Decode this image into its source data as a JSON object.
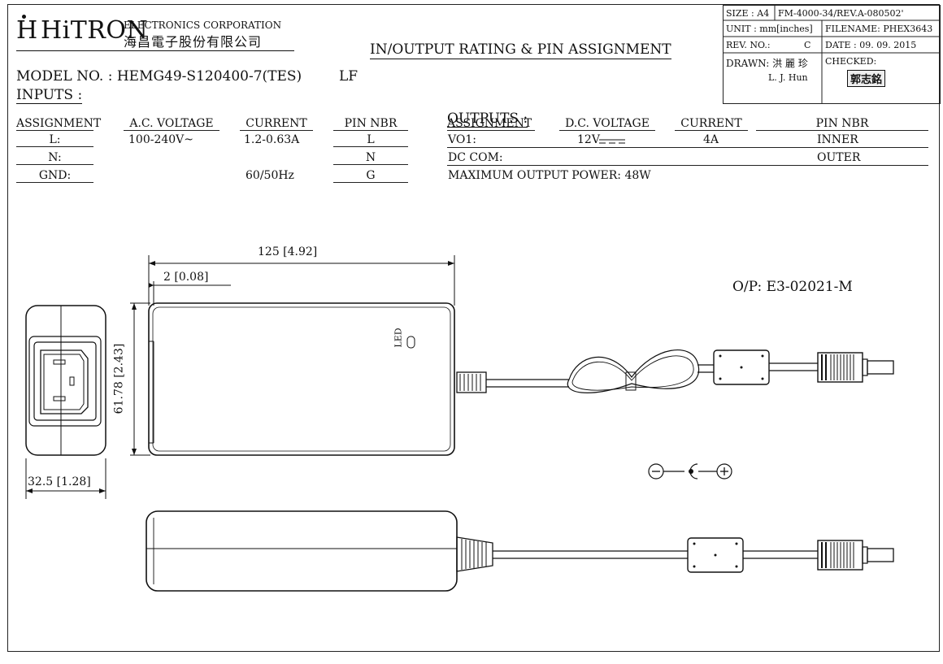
{
  "company": {
    "logo_mark": "H",
    "logo_name": "HiTRON",
    "subtitle_en": "ELECTRONICS CORPORATION",
    "subtitle_zh": "海昌電子股份有限公司"
  },
  "document_title": "IN/OUTPUT RATING & PIN ASSIGNMENT",
  "title_block": {
    "size_label": "SIZE : A4",
    "form_no": "FM-4000-34/REV.A-080502'",
    "unit_label": "UNIT : mm[inches]",
    "filename": "FILENAME: PHEX3643",
    "rev_label": "REV. NO.:",
    "rev_value": "C",
    "date": "DATE : 09. 09. 2015",
    "drawn_label": "DRAWN: 洪 麗 珍",
    "drawn_name": "L. J. Hun",
    "checked_label": "CHECKED:",
    "checked_stamp": "郭志銘"
  },
  "model": {
    "label": "MODEL NO. : HEMG49-S120400-7(TES)",
    "suffix": "LF"
  },
  "inputs": {
    "heading": "INPUTS :",
    "headers": [
      "ASSIGNMENT",
      "A.C. VOLTAGE",
      "CURRENT",
      "PIN NBR"
    ],
    "rows": [
      {
        "assignment": "L:",
        "voltage": "100-240V~",
        "current": "1.2-0.63A",
        "pin": "L"
      },
      {
        "assignment": "N:",
        "voltage": "",
        "current": "",
        "pin": "N"
      },
      {
        "assignment": "GND:",
        "voltage": "",
        "current": "60/50Hz",
        "pin": "G"
      }
    ]
  },
  "outputs": {
    "heading": "OUTPUTS :",
    "headers": [
      "ASSIGNMENT",
      "D.C. VOLTAGE",
      "CURRENT",
      "PIN NBR"
    ],
    "rows": [
      {
        "assignment": "VO1:",
        "voltage": "12V",
        "current": "4A",
        "pin": "INNER"
      },
      {
        "assignment": "DC COM:",
        "voltage": "",
        "current": "",
        "pin": "OUTER"
      }
    ],
    "max_power": "MAXIMUM OUTPUT POWER: 48W"
  },
  "drawing": {
    "dim_length": "125 [4.92]",
    "dim_offset": "2 [0.08]",
    "dim_width": "61.78 [2.43]",
    "dim_depth": "32.5 [1.28]",
    "led_label": "LED",
    "output_plug": "O/P: E3-02021-M",
    "polarity_minus": "−",
    "polarity_plus": "+"
  }
}
